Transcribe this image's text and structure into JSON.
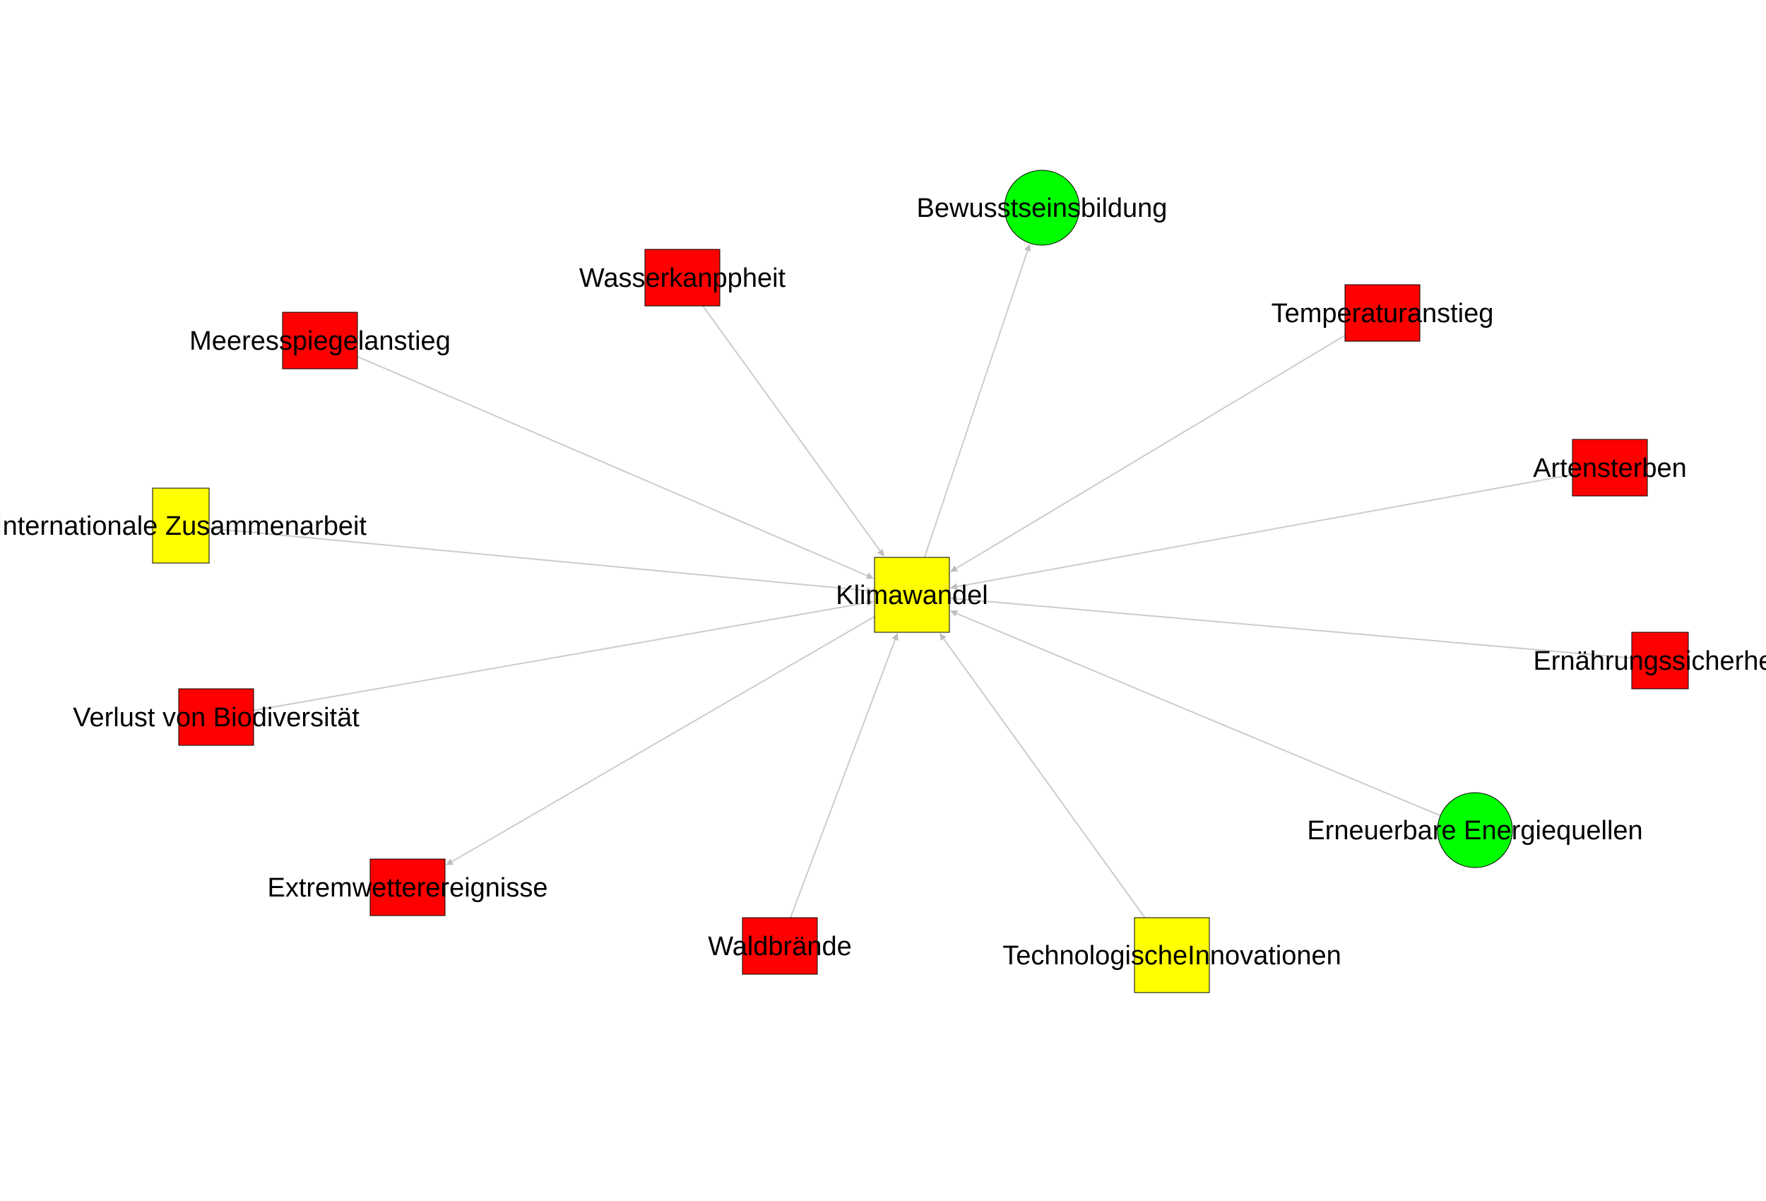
{
  "diagram": {
    "center": {
      "id": "klimawandel",
      "label": "Klimawandel",
      "shape": "square",
      "color": "#ffff00"
    },
    "nodes": [
      {
        "id": "bewusstseinsbildung",
        "label": "Bewusstseinsbildung",
        "shape": "circle",
        "color": "#00ff00",
        "direction": "from-center"
      },
      {
        "id": "wasserknappheit",
        "label": "Wasserkanppheit",
        "shape": "square",
        "color": "#ff0000",
        "direction": "to-center"
      },
      {
        "id": "temperaturanstieg",
        "label": "Temperaturanstieg",
        "shape": "square",
        "color": "#ff0000",
        "direction": "to-center"
      },
      {
        "id": "meeresspiegelanstieg",
        "label": "Meeresspiegelanstieg",
        "shape": "square",
        "color": "#ff0000",
        "direction": "to-center"
      },
      {
        "id": "artensterben",
        "label": "Artensterben",
        "shape": "square",
        "color": "#ff0000",
        "direction": "to-center"
      },
      {
        "id": "internationale-zusammenarbeit",
        "label": "Internationale Zusammenarbeit",
        "shape": "square",
        "color": "#ffff00",
        "direction": "to-center"
      },
      {
        "id": "ernaehrungssicherheit",
        "label": "Ernährungssicherheit",
        "shape": "square",
        "color": "#ff0000",
        "direction": "to-center"
      },
      {
        "id": "verlust-biodiversitaet",
        "label": "Verlust von Biodiversität",
        "shape": "square",
        "color": "#ff0000",
        "direction": "to-center"
      },
      {
        "id": "erneuerbare-energiequellen",
        "label": "Erneuerbare Energiequellen",
        "shape": "circle",
        "color": "#00ff00",
        "direction": "to-center"
      },
      {
        "id": "extremwetterereignisse",
        "label": "Extremwetterereignisse",
        "shape": "square",
        "color": "#ff0000",
        "direction": "from-center"
      },
      {
        "id": "waldbraende",
        "label": "Waldbrände",
        "shape": "square",
        "color": "#ff0000",
        "direction": "to-center"
      },
      {
        "id": "technologische-innovationen",
        "label": "TechnologischeInnovationen",
        "shape": "square",
        "color": "#ffff00",
        "direction": "to-center"
      }
    ],
    "edge_color": "#cccccc",
    "arrow_color": "#bfbfbf",
    "node_border_color": "#000000"
  }
}
